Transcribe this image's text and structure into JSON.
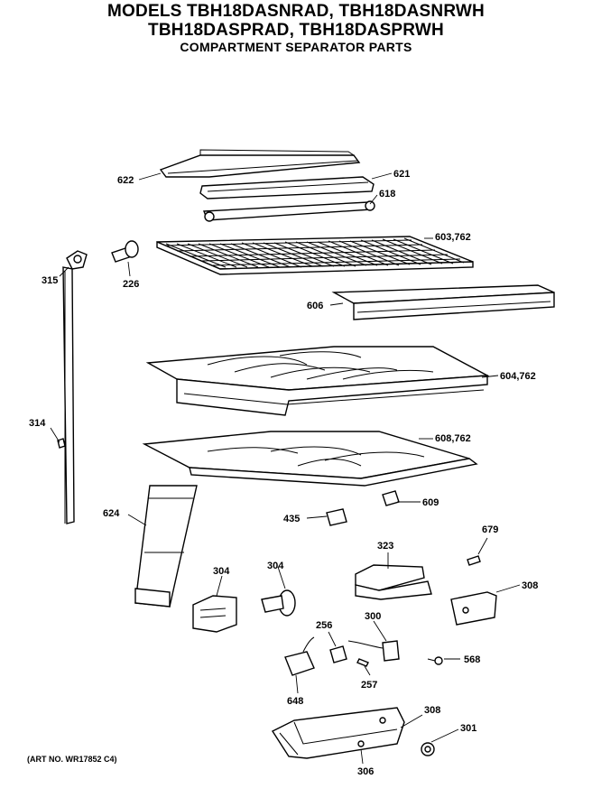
{
  "header": {
    "line1": "MODELS TBH18DASNRAD, TBH18DASNRWH",
    "line2": "TBH18DASPRAD, TBH18DASPRWH",
    "line3": "COMPARTMENT SEPARATOR PARTS"
  },
  "labels": {
    "p622": "622",
    "p621": "621",
    "p618": "618",
    "p603": "603,762",
    "p315": "315",
    "p226": "226",
    "p606": "606",
    "p604": "604,762",
    "p314": "314",
    "p608": "608,762",
    "p609": "609",
    "p435": "435",
    "p624": "624",
    "p679": "679",
    "p323": "323",
    "p304a": "304",
    "p304b": "304",
    "p308a": "308",
    "p256": "256",
    "p300": "300",
    "p568": "568",
    "p648": "648",
    "p257": "257",
    "p308b": "308",
    "p301": "301",
    "p306": "306"
  },
  "footer": {
    "art_no": "(ART NO. WR17852 C4)"
  }
}
